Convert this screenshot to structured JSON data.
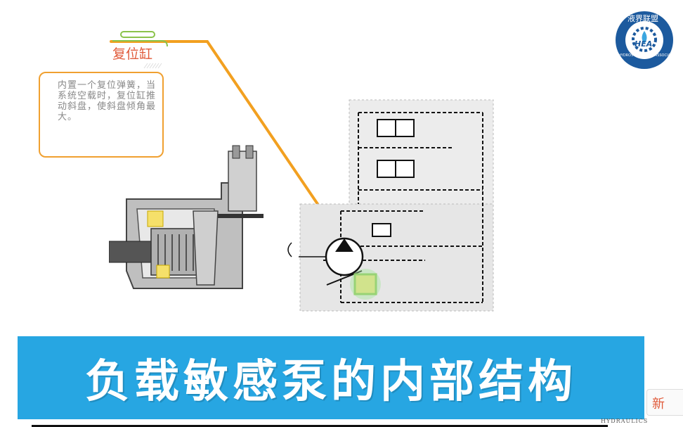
{
  "label": {
    "title": "复位缸"
  },
  "callout": {
    "text": "内置一个复位弹簧，当系统空载时，复位缸推动斜盘，使斜盘倾角最大。"
  },
  "banner": {
    "title": "负载敏感泵的内部结构"
  },
  "logo": {
    "top_text": "液界联盟",
    "center_text": "HEA",
    "ring_text": "HYDROSTATIC ELITE ASSOCIATION"
  },
  "footer": {
    "small_text": "HYDRAULICS",
    "side_tab_text": "新"
  },
  "colors": {
    "banner": "#27a6e2",
    "callout_border": "#f0a030",
    "label_red": "#e05a3a",
    "logo_blue": "#1c5a9e",
    "leader_line": "#f2a020"
  },
  "icons": {
    "logo": "gear-logo-icon",
    "pump": "pump-cutaway-icon",
    "schematic": "hydraulic-schematic-icon"
  }
}
